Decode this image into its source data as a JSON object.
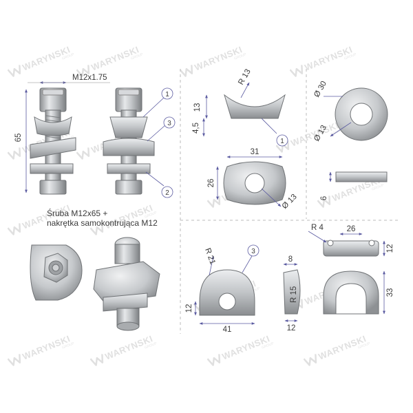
{
  "watermark": {
    "brand": "WARYNSKI",
    "sub": "GROUP",
    "logo_icon": "waryński-w-logo-icon"
  },
  "caption": {
    "line1": "Śruba M12x65 +",
    "line2": "nakrętka samokontrująca M12"
  },
  "callouts": [
    "1",
    "2",
    "3"
  ],
  "dims": {
    "thread": "M12x1.75",
    "bolt_len": "65",
    "p1_r": "R 13",
    "p1_h": "13",
    "p1_b": "4,5",
    "p1_w": "31",
    "p1_d": "26",
    "p1_hole": "Ø 13",
    "p2_od": "Ø 30",
    "p2_id": "Ø 13",
    "p2_t": "6",
    "p3_r": "R 21",
    "p3_h": "12",
    "p3_w": "41",
    "p3_t": "8",
    "p3_r2": "R 15",
    "p3_b": "12",
    "p4_r": "R 4",
    "p4_w": "26",
    "p4_h1": "12",
    "p4_h2": "33"
  }
}
